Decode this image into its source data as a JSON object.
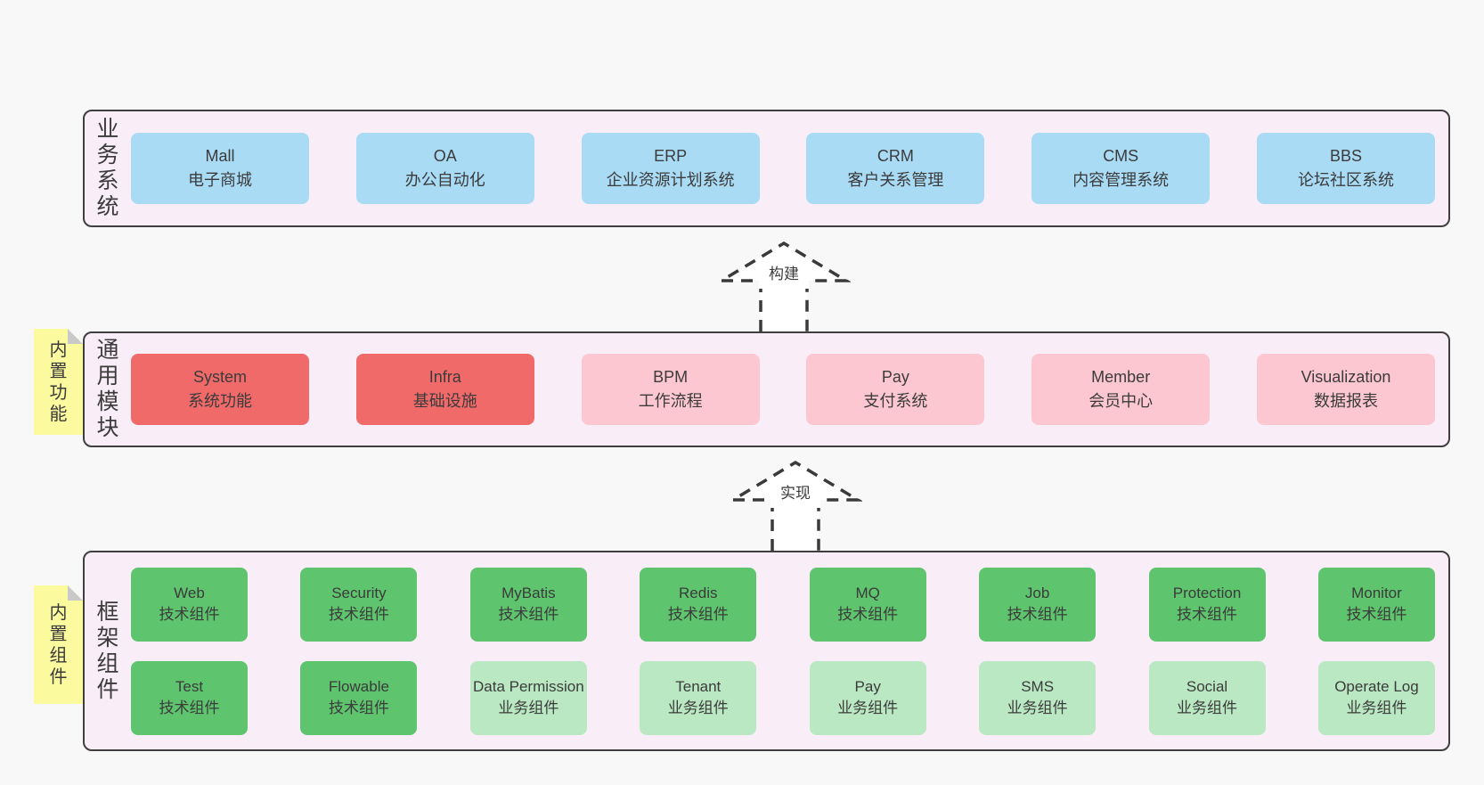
{
  "palette": {
    "page-bg": "#f8f8f8",
    "panel-bg": "#f9eef7",
    "panel-border": "#3f3f3f",
    "text": "#3b3b3b",
    "blue": "#a9dbf5",
    "red": "#f16a6a",
    "pink": "#fcc7d0",
    "green": "#5ec46e",
    "lightgreen": "#bae8c2",
    "note-bg": "#fbfa9e",
    "note-fold": "#c9c9c9",
    "arrow": "#3a3a3a",
    "arrow-fill": "#ffffff"
  },
  "layers": [
    {
      "label": "业务系统",
      "boxes": [
        {
          "name": "Mall",
          "desc": "电子商城",
          "variant": "blue"
        },
        {
          "name": "OA",
          "desc": "办公自动化",
          "variant": "blue"
        },
        {
          "name": "ERP",
          "desc": "企业资源计划系统",
          "variant": "blue"
        },
        {
          "name": "CRM",
          "desc": "客户关系管理",
          "variant": "blue"
        },
        {
          "name": "CMS",
          "desc": "内容管理系统",
          "variant": "blue"
        },
        {
          "name": "BBS",
          "desc": "论坛社区系统",
          "variant": "blue"
        }
      ]
    },
    {
      "label": "通用模块",
      "note": "内置功能",
      "boxes": [
        {
          "name": "System",
          "desc": "系统功能",
          "variant": "red"
        },
        {
          "name": "Infra",
          "desc": "基础设施",
          "variant": "red"
        },
        {
          "name": "BPM",
          "desc": "工作流程",
          "variant": "pink"
        },
        {
          "name": "Pay",
          "desc": "支付系统",
          "variant": "pink"
        },
        {
          "name": "Member",
          "desc": "会员中心",
          "variant": "pink"
        },
        {
          "name": "Visualization",
          "desc": "数据报表",
          "variant": "pink"
        }
      ]
    },
    {
      "label": "框架组件",
      "note": "内置组件",
      "rows": [
        [
          {
            "name": "Web",
            "desc": "技术组件",
            "variant": "green"
          },
          {
            "name": "Security",
            "desc": "技术组件",
            "variant": "green"
          },
          {
            "name": "MyBatis",
            "desc": "技术组件",
            "variant": "green"
          },
          {
            "name": "Redis",
            "desc": "技术组件",
            "variant": "green"
          },
          {
            "name": "MQ",
            "desc": "技术组件",
            "variant": "green"
          },
          {
            "name": "Job",
            "desc": "技术组件",
            "variant": "green"
          },
          {
            "name": "Protection",
            "desc": "技术组件",
            "variant": "green"
          },
          {
            "name": "Monitor",
            "desc": "技术组件",
            "variant": "green"
          }
        ],
        [
          {
            "name": "Test",
            "desc": "技术组件",
            "variant": "green"
          },
          {
            "name": "Flowable",
            "desc": "技术组件",
            "variant": "green"
          },
          {
            "name": "Data Permission",
            "desc": "业务组件",
            "variant": "lightgreen"
          },
          {
            "name": "Tenant",
            "desc": "业务组件",
            "variant": "lightgreen"
          },
          {
            "name": "Pay",
            "desc": "业务组件",
            "variant": "lightgreen"
          },
          {
            "name": "SMS",
            "desc": "业务组件",
            "variant": "lightgreen"
          },
          {
            "name": "Social",
            "desc": "业务组件",
            "variant": "lightgreen"
          },
          {
            "name": "Operate Log",
            "desc": "业务组件",
            "variant": "lightgreen"
          }
        ]
      ]
    }
  ],
  "arrows": [
    {
      "label": "构建"
    },
    {
      "label": "实现"
    }
  ]
}
